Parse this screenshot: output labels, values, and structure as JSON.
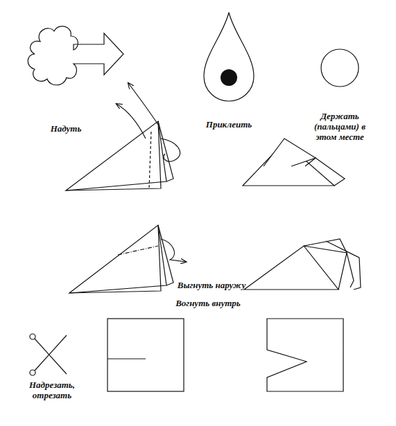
{
  "diagram": {
    "labels": [
      "Надуть",
      "Приклеить",
      "Держать (пальцами) в этом месте",
      "Выгнуть наружу",
      "Вогнуть внутрь",
      "Надрезать, отрезать"
    ]
  }
}
